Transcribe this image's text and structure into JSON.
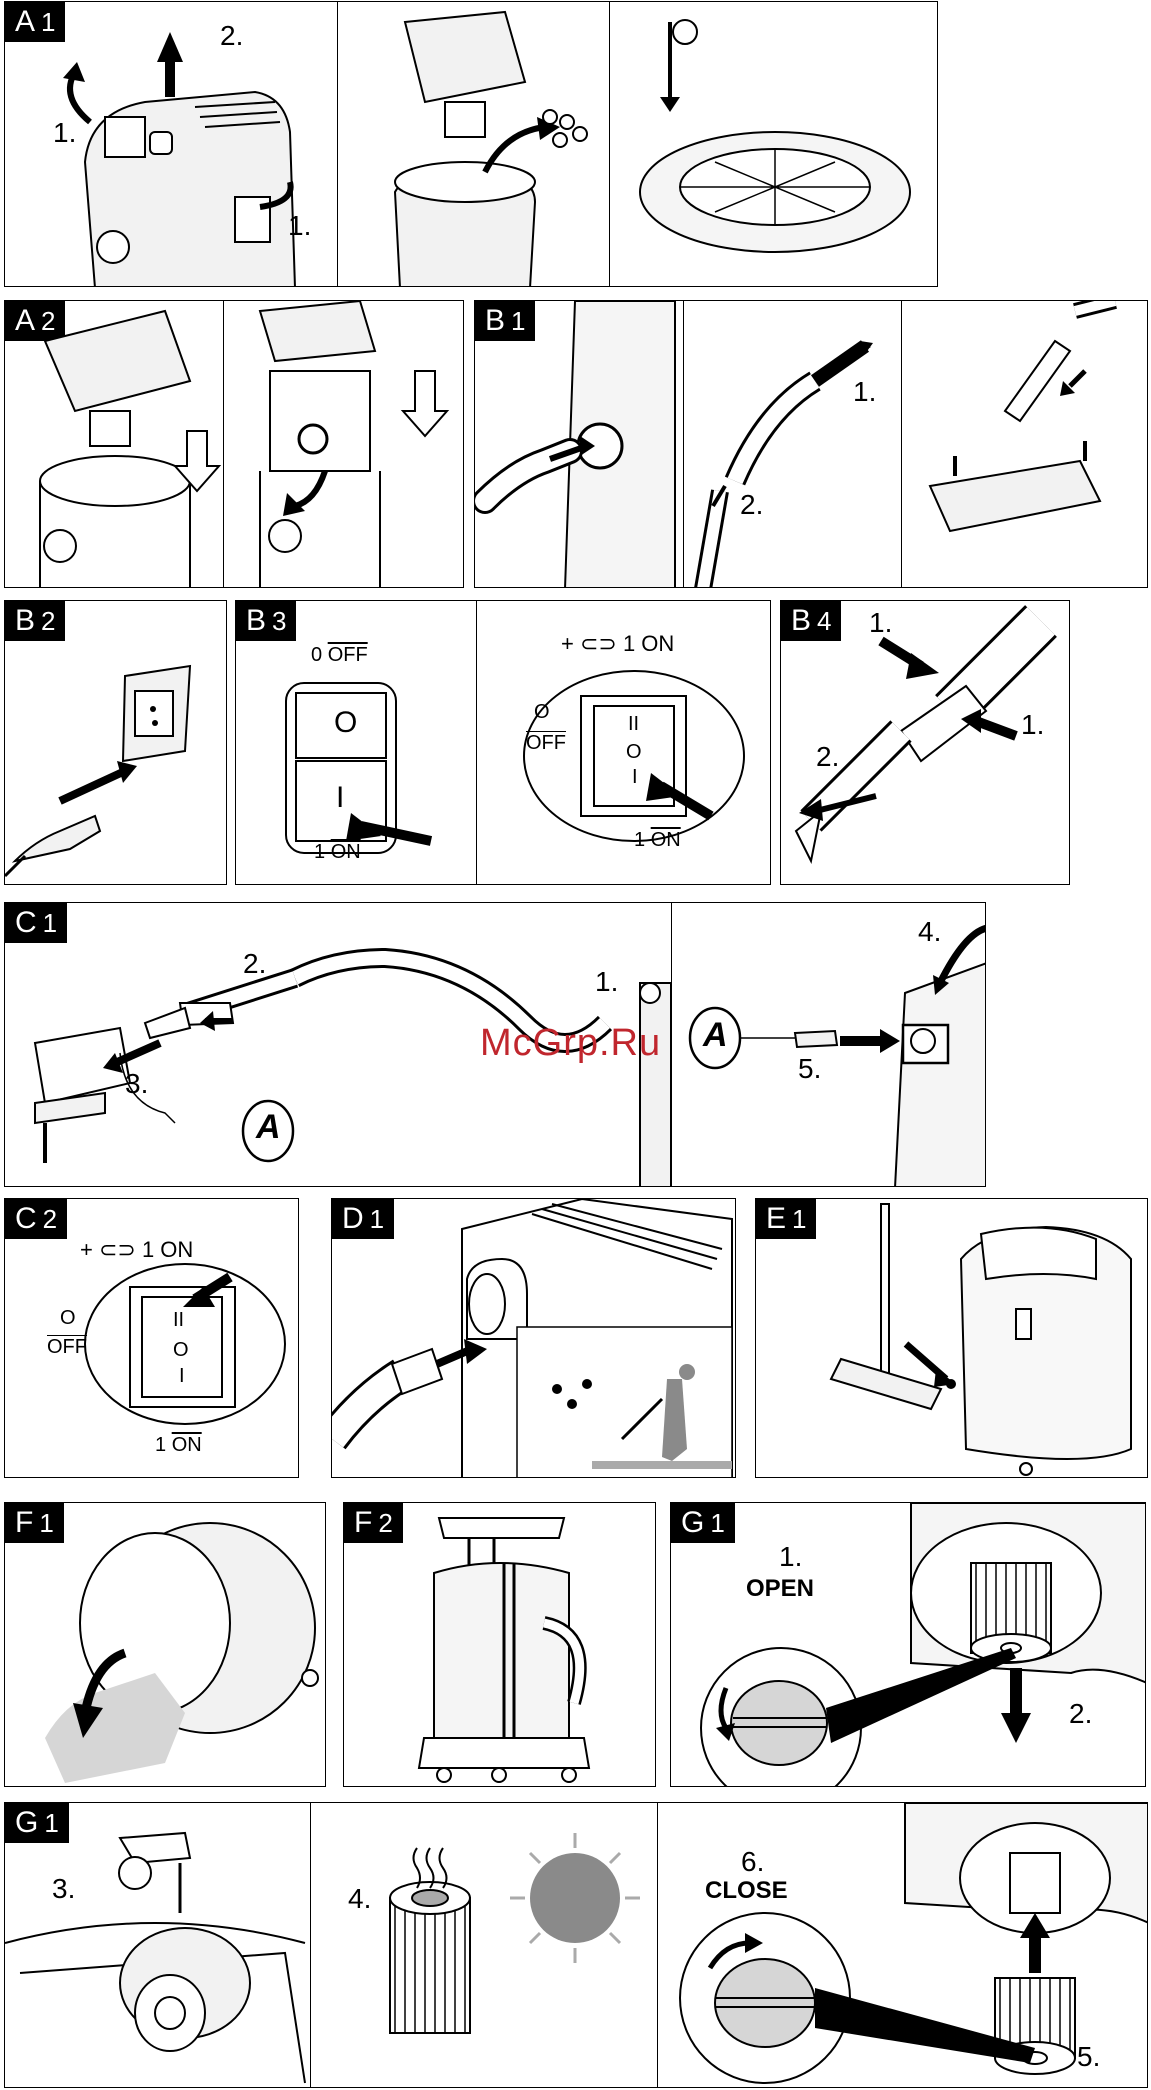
{
  "panels": {
    "A1": {
      "letter": "A",
      "num": "1",
      "steps": [
        "1.",
        "2.",
        "1."
      ]
    },
    "A2": {
      "letter": "A",
      "num": "2"
    },
    "B1": {
      "letter": "B",
      "num": "1",
      "steps": [
        "1.",
        "2."
      ]
    },
    "B2": {
      "letter": "B",
      "num": "2"
    },
    "B3": {
      "letter": "B",
      "num": "3",
      "off_top": "0 OFF",
      "o_label": "O",
      "i_label": "I",
      "on_bottom": "1 ON",
      "plus_on": "+ ⊂⊃ 1 ON",
      "side_o": "O",
      "side_off": "OFF",
      "switch_ii": "II",
      "switch_o": "O",
      "switch_i": "I",
      "on_bottom2": "1 ON"
    },
    "B4": {
      "letter": "B",
      "num": "4",
      "steps": [
        "1.",
        "1.",
        "2."
      ]
    },
    "C1": {
      "letter": "C",
      "num": "1",
      "steps": [
        "2.",
        "1.",
        "3.",
        "4.",
        "5."
      ],
      "circle_a": "A"
    },
    "C2": {
      "letter": "C",
      "num": "2",
      "plus_on": "+ ⊂⊃ 1 ON",
      "side_o": "O",
      "side_off": "OFF",
      "switch_ii": "II",
      "switch_o": "O",
      "switch_i": "I",
      "on_bottom": "1 ON"
    },
    "D1": {
      "letter": "D",
      "num": "1"
    },
    "E1": {
      "letter": "E",
      "num": "1"
    },
    "F1": {
      "letter": "F",
      "num": "1"
    },
    "F2": {
      "letter": "F",
      "num": "2"
    },
    "G1a": {
      "letter": "G",
      "num": "1",
      "step1": "1.",
      "open": "OPEN",
      "step2": "2."
    },
    "G1b": {
      "letter": "G",
      "num": "1",
      "step3": "3.",
      "step4": "4.",
      "step6": "6.",
      "close": "CLOSE",
      "step5": "5."
    }
  },
  "watermark": "McGrp.Ru",
  "colors": {
    "ink": "#000000",
    "panel_bg": "#ffffff",
    "grey": "#8a8a8a",
    "light_grey": "#d6d6d6",
    "watermark": "#c0262d"
  }
}
